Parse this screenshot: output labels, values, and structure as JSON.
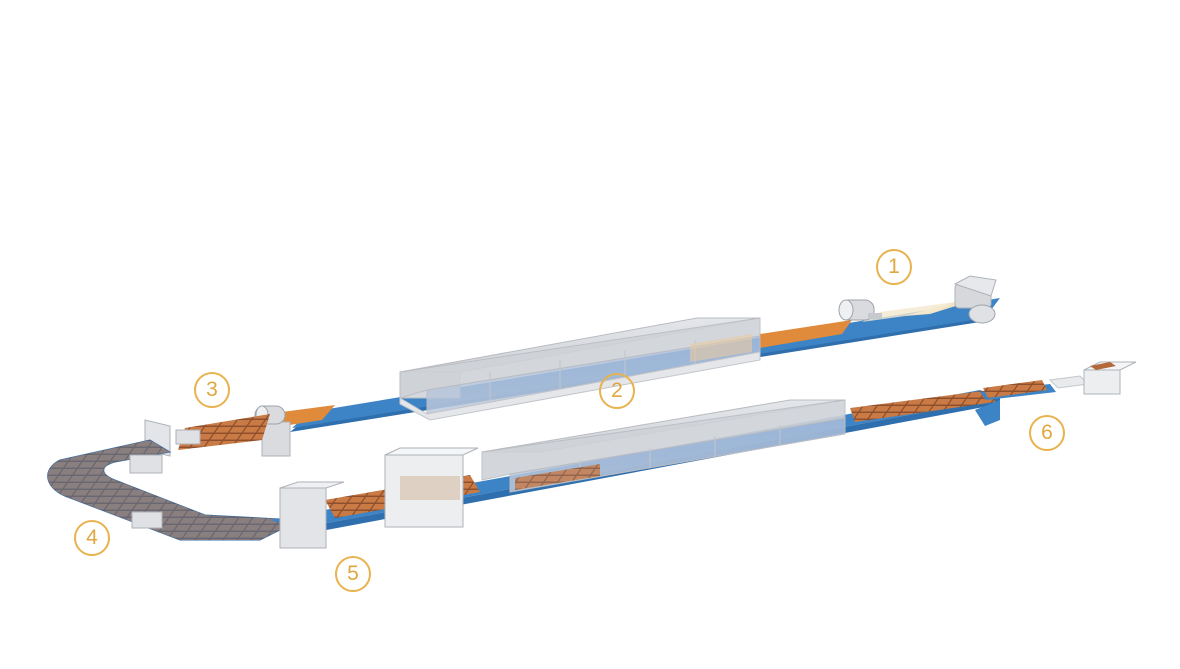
{
  "diagram": {
    "colors": {
      "belt": "#3d84c6",
      "belt_dark": "#2f6fae",
      "dough_sheet": "#e08a3c",
      "product": "#b5693a",
      "flour": "#f2e3c4",
      "machine": "#d6d8dc",
      "machine_edge": "#b9bcc2",
      "marker": "#e8b34e"
    },
    "steps": [
      {
        "label": "1"
      },
      {
        "label": "2"
      },
      {
        "label": "3"
      },
      {
        "label": "4"
      },
      {
        "label": "5"
      },
      {
        "label": "6"
      }
    ]
  }
}
